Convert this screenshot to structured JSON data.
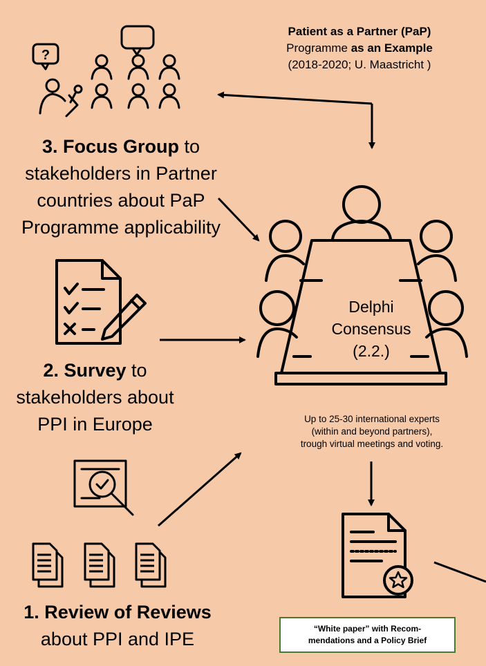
{
  "pap_note": {
    "title_bold": "Patient as a Partner (PaP)",
    "line2_normal": "Programme ",
    "line2_bold": " as an Example",
    "line3": "(2018-2020; U. Maastricht )"
  },
  "focus_group": {
    "number_bold": "3. Focus Group",
    "text_rest": " to",
    "line2": "stakeholders in Partner",
    "line3": "countries about PaP",
    "line4": "Programme applicability"
  },
  "survey": {
    "number_bold": "2. Survey",
    "text_rest": " to",
    "line2": "stakeholders about",
    "line3": "PPI in Europe"
  },
  "review": {
    "number_bold": "1. Review of Reviews",
    "line2": "about PPI and IPE"
  },
  "delphi": {
    "line1": "Delphi",
    "line2": "Consensus",
    "line3": "(2.2.)"
  },
  "experts_note": {
    "line1": "Up to 25-30 international experts",
    "line2": "(within and beyond partners),",
    "line3": "trough virtual meetings and voting."
  },
  "white_paper": {
    "line1": "“White paper” with Recom-",
    "line2": "mendations and a Policy Brief"
  },
  "colors": {
    "background": "#f6c9a8",
    "box_border": "#4a7a2a"
  }
}
